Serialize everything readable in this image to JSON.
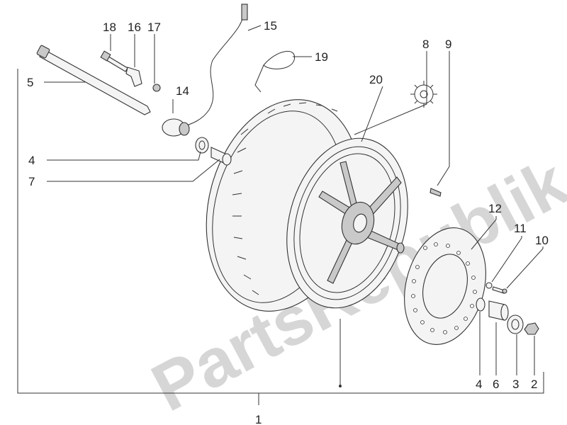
{
  "watermark": "PartsRepublik",
  "callouts": {
    "c1": "1",
    "c2": "2",
    "c3": "3",
    "c4a": "4",
    "c4b": "4",
    "c5": "5",
    "c6": "6",
    "c7": "7",
    "c8": "8",
    "c9": "9",
    "c10": "10",
    "c11": "11",
    "c12": "12",
    "c14": "14",
    "c15": "15",
    "c16": "16",
    "c17": "17",
    "c18": "18",
    "c19": "19",
    "c20": "20"
  }
}
